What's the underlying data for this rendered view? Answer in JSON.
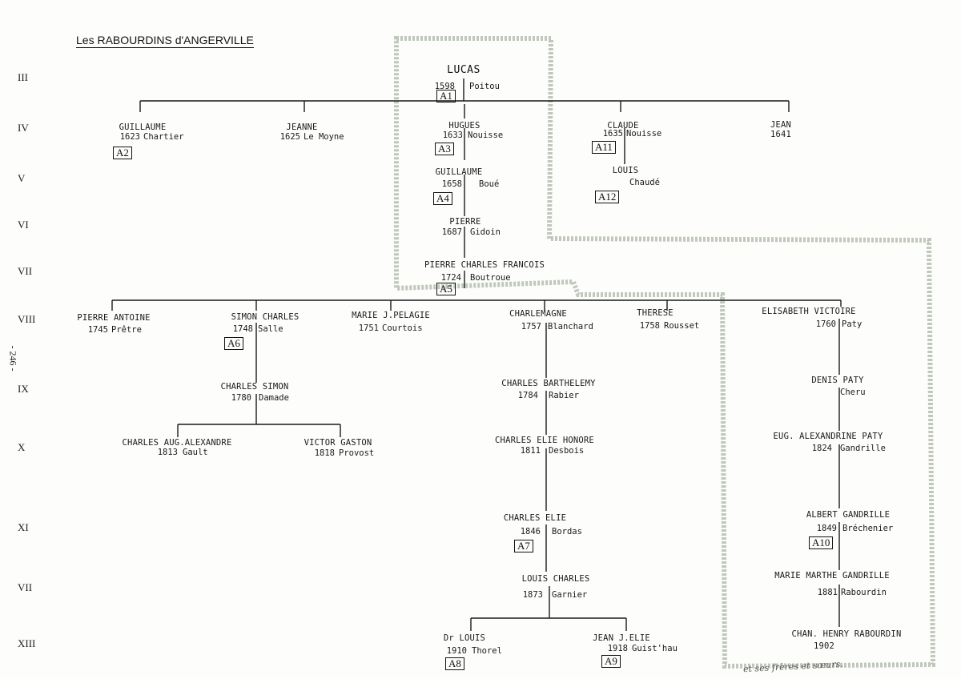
{
  "title": "Les RABOURDINS d'ANGERVILLE",
  "page_number": "- 246 -",
  "generations": [
    "III",
    "IV",
    "V",
    "VI",
    "VII",
    "VIII",
    "IX",
    "X",
    "XI",
    "VII",
    "XIII"
  ],
  "root": {
    "name": "LUCAS",
    "year": "1598",
    "spouse": "Poitou",
    "ref": "A1"
  },
  "gen4": {
    "guillaume": {
      "name": "GUILLAUME",
      "year": "1623",
      "spouse": "Chartier",
      "ref": "A2"
    },
    "jeanne": {
      "name": "JEANNE",
      "year": "1625",
      "spouse": "Le Moyne"
    },
    "hugues": {
      "name": "HUGUES",
      "year": "1633",
      "spouse": "Nouisse",
      "ref": "A3"
    },
    "claude": {
      "name": "CLAUDE",
      "year": "1635",
      "spouse": "Nouisse",
      "ref": "A11"
    },
    "jean": {
      "name": "JEAN",
      "year": "1641"
    }
  },
  "gen5": {
    "guillaume": {
      "name": "GUILLAUME",
      "year": "1658",
      "spouse": "Boué",
      "ref": "A4"
    },
    "louis": {
      "name": "LOUIS",
      "spouse": "Chaudé",
      "ref": "A12"
    }
  },
  "gen6": {
    "pierre": {
      "name": "PIERRE",
      "year": "1687",
      "spouse": "Gidoin"
    }
  },
  "gen7": {
    "pierre_charles": {
      "name": "PIERRE CHARLES FRANCOIS",
      "year": "1724",
      "spouse": "Boutroue",
      "ref": "A5"
    }
  },
  "gen8": {
    "pierre_antoine": {
      "name": "PIERRE ANTOINE",
      "year": "1745",
      "spouse": "Prêtre"
    },
    "simon_charles": {
      "name": "SIMON CHARLES",
      "year": "1748",
      "spouse": "Salle",
      "ref": "A6"
    },
    "marie": {
      "name": "MARIE J.PELAGIE",
      "year": "1751",
      "spouse": "Courtois"
    },
    "charlemagne": {
      "name": "CHARLEMAGNE",
      "year": "1757",
      "spouse": "Blanchard"
    },
    "therese": {
      "name": "THERESE",
      "year": "1758",
      "spouse": "Rousset"
    },
    "elisabeth": {
      "name": "ELISABETH VICTOIRE",
      "year": "1760",
      "spouse": "Paty"
    }
  },
  "gen9": {
    "charles_simon": {
      "name": "CHARLES SIMON",
      "year": "1780",
      "spouse": "Damade"
    },
    "charles_barthelemy": {
      "name": "CHARLES BARTHELEMY",
      "year": "1784",
      "spouse": "Rabier"
    },
    "denis_paty": {
      "name": "DENIS PATY",
      "spouse": "Cheru"
    }
  },
  "gen10": {
    "charles_aug": {
      "name": "CHARLES AUG.ALEXANDRE",
      "year": "1813",
      "spouse": "Gault"
    },
    "victor": {
      "name": "VICTOR GASTON",
      "year": "1818",
      "spouse": "Provost"
    },
    "charles_elie_honore": {
      "name": "CHARLES ELIE HONORE",
      "year": "1811",
      "spouse": "Desbois"
    },
    "eug": {
      "name": "EUG. ALEXANDRINE PATY",
      "year": "1824",
      "spouse": "Gandrille"
    }
  },
  "gen11": {
    "charles_elie": {
      "name": "CHARLES ELIE",
      "year": "1846",
      "spouse": "Bordas",
      "ref": "A7"
    },
    "albert": {
      "name": "ALBERT GANDRILLE",
      "year": "1849",
      "spouse": "Bréchenier",
      "ref": "A10"
    }
  },
  "gen12": {
    "louis_charles": {
      "name": "LOUIS CHARLES",
      "year": "1873",
      "spouse": "Garnier"
    },
    "marie_marthe": {
      "name": "MARIE MARTHE GANDRILLE",
      "year": "1881",
      "spouse": "Rabourdin"
    }
  },
  "gen13": {
    "dr_louis": {
      "name": "Dr LOUIS",
      "year": "1910",
      "spouse": "Thorel",
      "ref": "A8"
    },
    "jean_elie": {
      "name": "JEAN J.ELIE",
      "year": "1918",
      "spouse": "Guist'hau",
      "ref": "A9"
    },
    "henry": {
      "name": "CHAN. HENRY RABOURDIN",
      "year": "1902"
    }
  },
  "handwritten_note": "et ses frères et sœurs.",
  "colors": {
    "ink": "#1a1a1a",
    "pencil": "#9aa89a",
    "paper": "#fdfdfb"
  }
}
